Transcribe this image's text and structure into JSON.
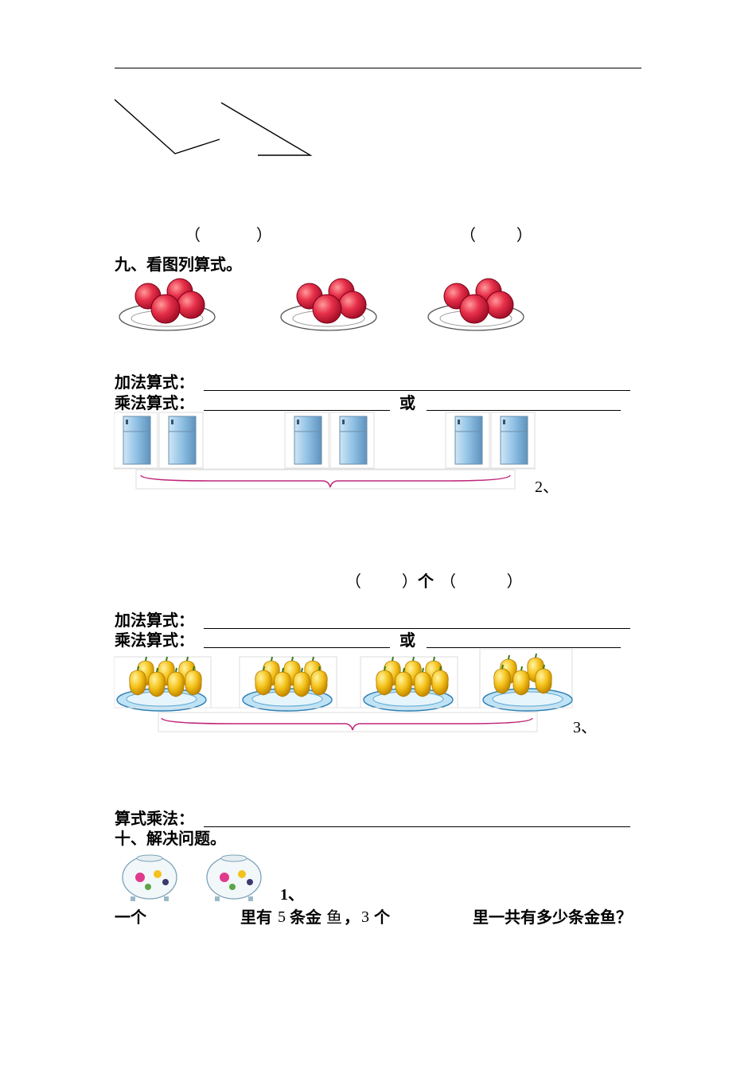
{
  "angles": {
    "left_blank": "（           ）",
    "right_blank": "（        ）"
  },
  "section9": {
    "title": "九、看图列算式。"
  },
  "q1": {
    "addition_label": "加法算式：",
    "multiplication_label": "乘法算式：",
    "or_label": "或",
    "number_label": "2、"
  },
  "q2": {
    "blank_text_1": "（        ）",
    "ge_label": "个",
    "blank_text_2": "（          ）",
    "addition_label": "加法算式：",
    "multiplication_label": "乘法算式：",
    "or_label": "或",
    "number_label": "3、"
  },
  "q3": {
    "label": "算式乘法："
  },
  "section10": {
    "title": "十、解决问题。",
    "number_label": "1、",
    "sentence_part1": "一个",
    "sentence_part2": "里有",
    "count_a": "5",
    "sentence_part3": "条金",
    "fish_char": "鱼",
    "sentence_part4": "，",
    "count_b": "3",
    "sentence_part5": "个",
    "sentence_part6": "里一共有多少条金鱼？"
  }
}
